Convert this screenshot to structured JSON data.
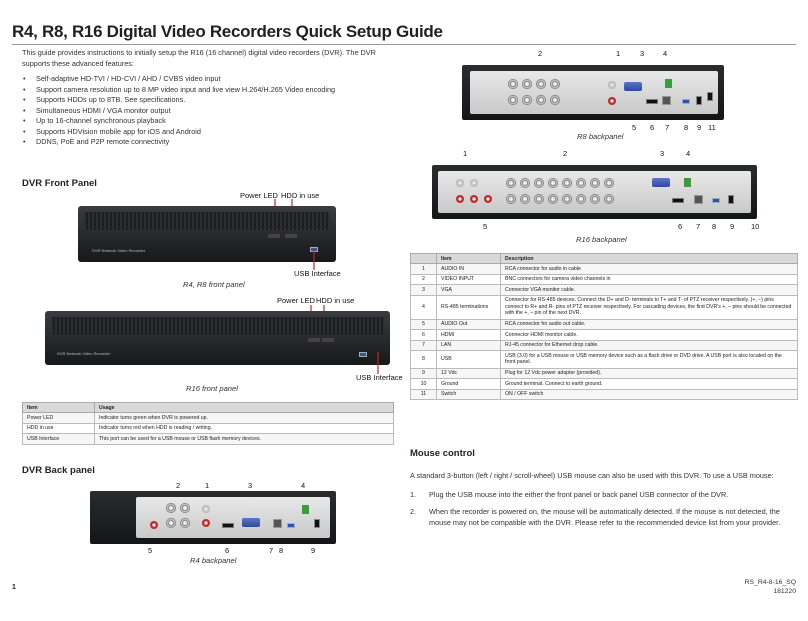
{
  "title": "R4, R8, R16 Digital Video Recorders Quick Setup Guide",
  "intro": "This guide provides instructions to initially setup the R16 (16 channel) digital video recorders (DVR). The DVR supports these advanced features:",
  "features": [
    "Self-adaptive HD-TVI / HD-CVI / AHD / CVBS video input",
    "Support camera resolution up to 8 MP video input and live view H.264/H.265 Video encoding",
    "Supports HDDs up to 8TB. See specifications.",
    "Simultaneous HDMI / VGA monitor output",
    "Up to 16-channel synchronous playback",
    "Supports HDVision mobile app for iOS and Android",
    "DDNS, PoE and P2P remote connectivity"
  ],
  "front_panel": {
    "heading": "DVR Front Panel",
    "power_led": "Power LED",
    "hdd_in_use": "HDD in use",
    "usb_interface": "USB Interface",
    "brand_text": "DVR Network Video Recorder",
    "caption_r4r8": "R4, R8 front panel",
    "caption_r16": "R16 front panel"
  },
  "usage_table": {
    "headers": [
      "Item",
      "Usage"
    ],
    "rows": [
      [
        "Power LED",
        "Indicator turns green when DVR is powered up."
      ],
      [
        "HDD in use",
        "Indicator turns red when HDD is reading / writing."
      ],
      [
        "USB Interface",
        "This port can be used for a USB mouse or USB flash memory devices."
      ]
    ]
  },
  "back_panel": {
    "heading": "DVR Back panel",
    "caption_r4": "R4 backpanel",
    "caption_r8": "R8 backpanel",
    "caption_r16": "R16 backpanel",
    "r4_top": [
      "2",
      "1",
      "3",
      "4"
    ],
    "r4_bottom": [
      "5",
      "6",
      "7",
      "8",
      "9"
    ],
    "r8_top": [
      "2",
      "1",
      "3",
      "4"
    ],
    "r8_bottom": [
      "5",
      "6",
      "7",
      "8",
      "9",
      "11"
    ],
    "r16_top": [
      "1",
      "2",
      "3",
      "4"
    ],
    "r16_bottom": [
      "5",
      "6",
      "7",
      "8",
      "9",
      "10"
    ]
  },
  "items_table": {
    "headers": [
      "",
      "Item",
      "Description"
    ],
    "rows": [
      [
        "1",
        "AUDIO IN",
        "RCA connector for audio in cable"
      ],
      [
        "2",
        "VIDEO INPUT",
        "BNC connectors for camera video channels in"
      ],
      [
        "3",
        "VGA",
        "Connector VGA monitor cable."
      ],
      [
        "4",
        "RS-485 terminations",
        "Connector for RS-485 devices. Connect the D+ and D- terminals to T+ and T- of PTZ receiver respectively. (+, –) pins connect to R+ and R- pins of PTZ receiver respectively. For cascading devices, the first DVR's +, – pins should be connected with the +, – pin of the next DVR."
      ],
      [
        "5",
        "AUDIO Out",
        "RCA connector for audio out cable."
      ],
      [
        "6",
        "HDMI",
        "Connector HDMI monitor cable."
      ],
      [
        "7",
        "LAN",
        "RJ-45 connector for Ethernet drop cable."
      ],
      [
        "8",
        "USB",
        "USB (3.0) for a USB mouse or USB memory device such as a flash drive or DVD drive. A USB port is also located on the front panel."
      ],
      [
        "9",
        "12 Vdc",
        "Plug for 12 Vdc power adapter (provided)."
      ],
      [
        "10",
        "Ground",
        "Ground terminal. Connect to earth ground."
      ],
      [
        "11",
        "Switch",
        "ON / OFF switch"
      ]
    ]
  },
  "mouse": {
    "heading": "Mouse control",
    "intro": "A standard 3-button (left / right / scroll-wheel) USB mouse can also be used with this DVR. To use a USB mouse:",
    "steps": [
      {
        "num": "1.",
        "text": "Plug the USB mouse into the either the front panel or back panel USB connector of the DVR."
      },
      {
        "num": "2.",
        "text": "When the recorder is powered on, the mouse will be automatically detected. If the mouse is not detected, the mouse may not be compatible with the DVR. Please refer to the recommended device list from your provider."
      }
    ]
  },
  "footer": {
    "page_number": "1",
    "doc_code": "RS_R4-8-16_SQ",
    "doc_date": "181220"
  },
  "colors": {
    "callout_red": "#c8202a",
    "text_dark": "#231f20",
    "table_header": "#d9d9d9"
  }
}
